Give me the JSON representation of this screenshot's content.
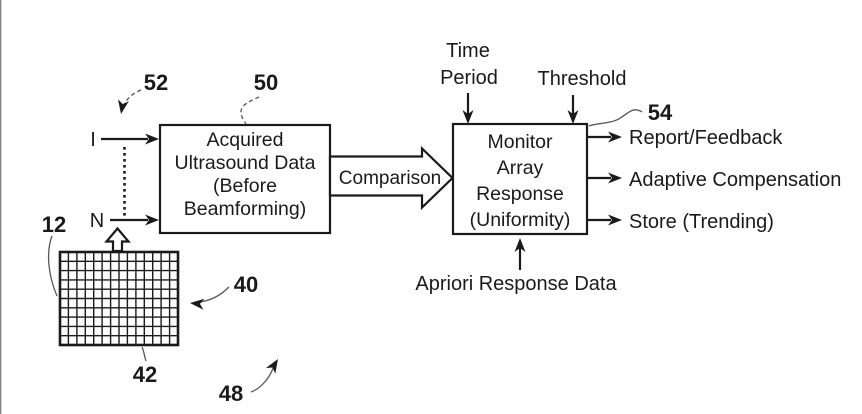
{
  "diagram": {
    "channels": {
      "first": "I",
      "last": "N"
    },
    "acquired_box": {
      "lines": [
        "Acquired",
        "Ultrasound Data",
        "(Before",
        "Beamforming)"
      ]
    },
    "comparison": {
      "label": "Comparison"
    },
    "monitor_box": {
      "lines": [
        "Monitor",
        "Array",
        "Response",
        "(Uniformity)"
      ]
    },
    "top_inputs": {
      "time_period": {
        "lines": [
          "Time",
          "Period"
        ]
      },
      "threshold": {
        "label": "Threshold"
      }
    },
    "bottom_input": {
      "label": "Apriori Response Data"
    },
    "outputs": {
      "items": [
        "Report/Feedback",
        "Adaptive Compensation",
        "Store (Trending)"
      ]
    },
    "refs": {
      "transducer": "12",
      "array": "40",
      "element_row": "42",
      "flow": "48",
      "acquired": "50",
      "channel_lines": "52",
      "monitor": "54"
    }
  },
  "colors": {
    "ink": "#1a1a1a",
    "leader": "#555555",
    "paper": "#ffffff"
  }
}
